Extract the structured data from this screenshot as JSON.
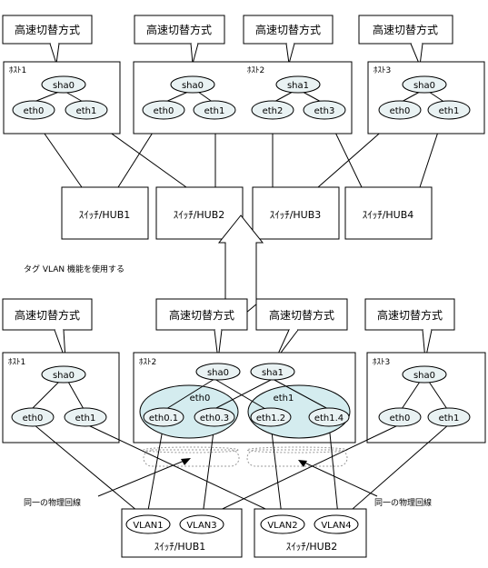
{
  "callout_label": "高速切替方式",
  "top": {
    "host1": {
      "name": "ﾎｽﾄ1",
      "virt": "sha0",
      "nics": [
        "eth0",
        "eth1"
      ]
    },
    "host2": {
      "name": "ﾎｽﾄ2",
      "virt": [
        "sha0",
        "sha1"
      ],
      "nics": [
        "eth0",
        "eth1",
        "eth2",
        "eth3"
      ]
    },
    "host3": {
      "name": "ﾎｽﾄ3",
      "virt": "sha0",
      "nics": [
        "eth0",
        "eth1"
      ]
    },
    "hubs": [
      "ｽｲｯﾁ/HUB1",
      "ｽｲｯﾁ/HUB2",
      "ｽｲｯﾁ/HUB3",
      "ｽｲｯﾁ/HUB4"
    ]
  },
  "arrow_label": "タグ VLAN 機能を使用する",
  "bottom": {
    "host1": {
      "name": "ﾎｽﾄ1",
      "virt": "sha0",
      "nics": [
        "eth0",
        "eth1"
      ]
    },
    "host2": {
      "name": "ﾎｽﾄ2",
      "virt": [
        "sha0",
        "sha1"
      ],
      "group1": {
        "label": "eth0",
        "vlans": [
          "eth0.1",
          "eth0.3"
        ]
      },
      "group2": {
        "label": "eth1",
        "vlans": [
          "eth1.2",
          "eth1.4"
        ]
      }
    },
    "host3": {
      "name": "ﾎｽﾄ3",
      "virt": "sha0",
      "nics": [
        "eth0",
        "eth1"
      ]
    },
    "switch1": {
      "name": "ｽｲｯﾁ/HUB1",
      "ports": [
        "VLAN1",
        "VLAN3"
      ]
    },
    "switch2": {
      "name": "ｽｲｯﾁ/HUB2",
      "ports": [
        "VLAN2",
        "VLAN4"
      ]
    },
    "physical_line_label": "同一の物理回線"
  }
}
